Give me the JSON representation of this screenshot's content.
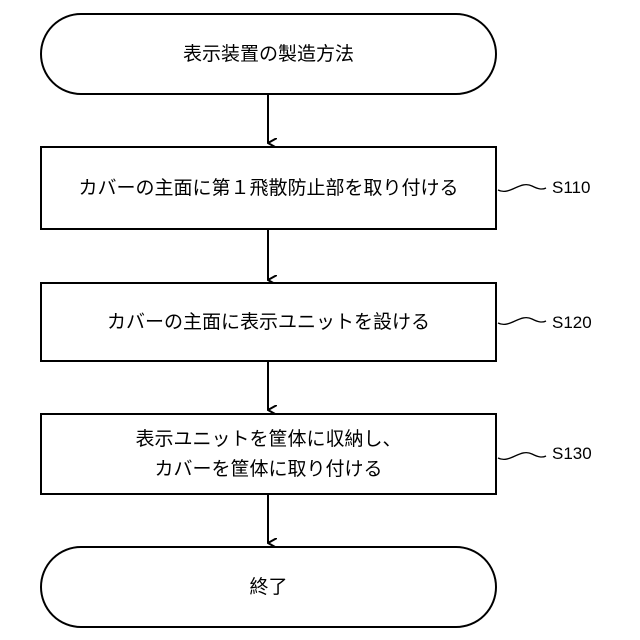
{
  "flowchart": {
    "start": {
      "label": "表示装置の製造方法"
    },
    "steps": [
      {
        "label": "カバーの主面に第１飛散防止部を取り付ける",
        "step_id": "S110"
      },
      {
        "label": "カバーの主面に表示ユニットを設ける",
        "step_id": "S120"
      },
      {
        "label": "表示ユニットを筐体に収納し、\nカバーを筐体に取り付ける",
        "step_id": "S130"
      }
    ],
    "end": {
      "label": "終了"
    }
  },
  "colors": {
    "stroke": "#000000",
    "background": "#ffffff"
  }
}
